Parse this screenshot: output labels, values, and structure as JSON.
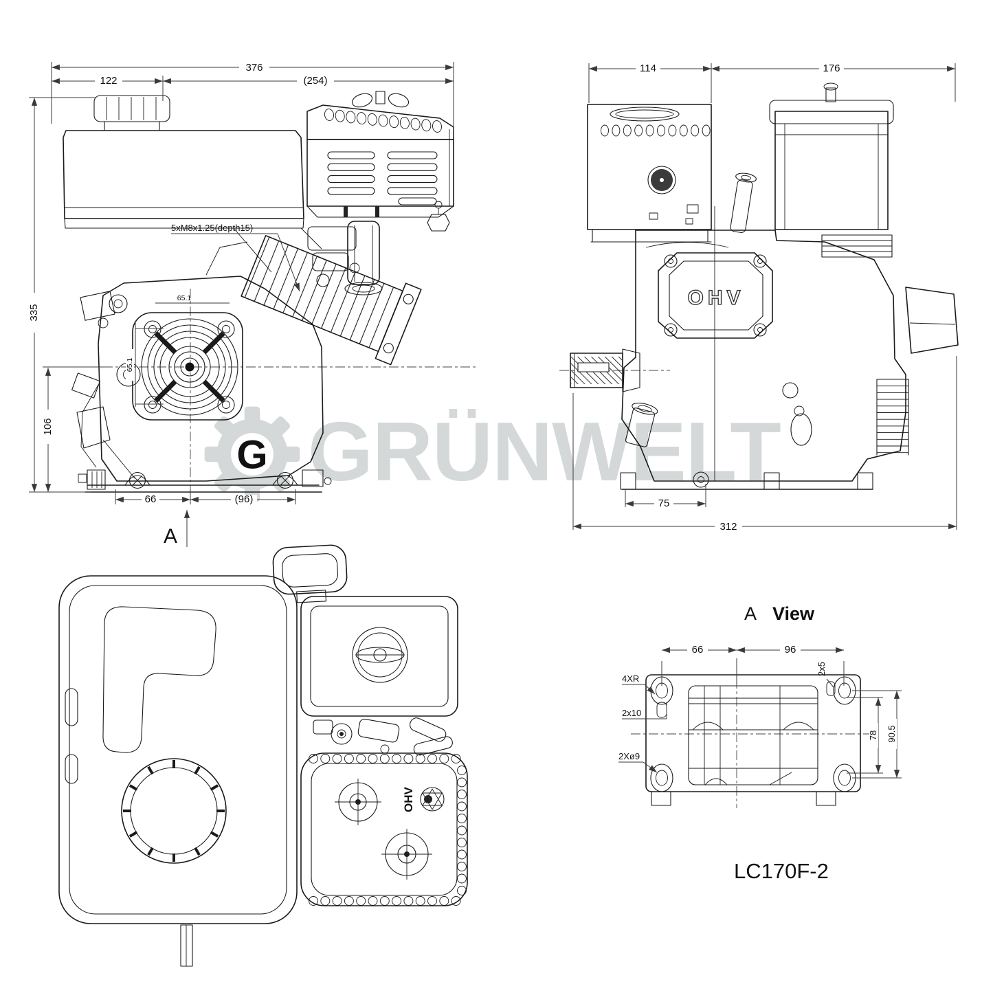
{
  "model_label": "LC170F-2",
  "watermark": {
    "text": "GRÜNWELT",
    "letter": "G"
  },
  "front_view": {
    "dim_total_width": "376",
    "dim_left_width": "122",
    "dim_right_width": "(254)",
    "dim_height": "335",
    "dim_crank_height": "106",
    "dim_mount_left": "66",
    "dim_mount_right": "(96)",
    "thread_note": "5xM8x1.25(depth15)",
    "dim_shaft_h": "65.1",
    "dim_shaft_v": "65.1",
    "section_label": "A"
  },
  "side_view": {
    "dim_tank_width": "114",
    "dim_body_width": "176",
    "dim_mount": "75",
    "dim_total_length": "312",
    "valve_cover_text": "OHV"
  },
  "top_view": {
    "cover_text": "OHV"
  },
  "a_view": {
    "title_prefix": "A",
    "title_word": "View",
    "dim_left": "66",
    "dim_right": "96",
    "slot_note_small": "2x5",
    "corner_radius_note": "4XR",
    "slot_note": "2x10",
    "dim_inner_height": "78",
    "dim_outer_height": "90.5",
    "holes_note": "2Xø9"
  }
}
